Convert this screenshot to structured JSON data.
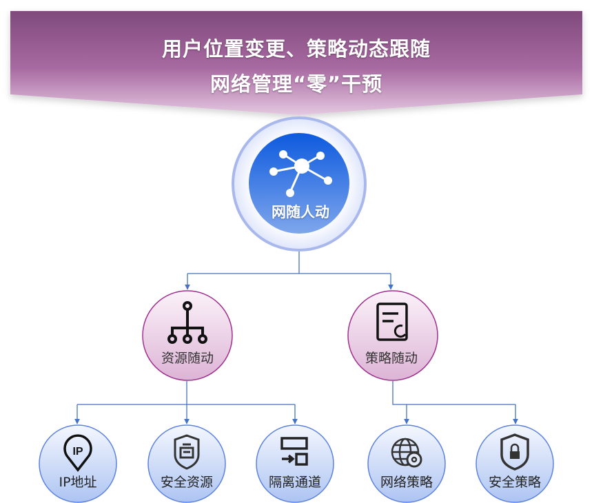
{
  "banner": {
    "line1": "用户位置变更、策略动态跟随",
    "line2": "网络管理“零”干预"
  },
  "root": {
    "label": "网随人动",
    "icon": "network-nodes-icon"
  },
  "branches": [
    {
      "label": "资源随动",
      "icon": "hierarchy-icon",
      "children": [
        {
          "label": "IP地址",
          "icon": "ip-location-pin-icon"
        },
        {
          "label": "安全资源",
          "icon": "shield-inbox-icon"
        },
        {
          "label": "隔离通道",
          "icon": "isolation-channel-icon"
        }
      ]
    },
    {
      "label": "策略随动",
      "icon": "policy-document-refresh-icon",
      "children": [
        {
          "label": "网络策略",
          "icon": "globe-gear-icon"
        },
        {
          "label": "安全策略",
          "icon": "shield-lock-icon"
        }
      ]
    }
  ],
  "colors": {
    "banner_top": "#804a7c",
    "banner_bottom": "#dcbcd8",
    "root_blue": "#1a5fdc",
    "connector": "#4472c4",
    "l2_border": "#a0308f",
    "l3_border": "#5b82e0"
  }
}
